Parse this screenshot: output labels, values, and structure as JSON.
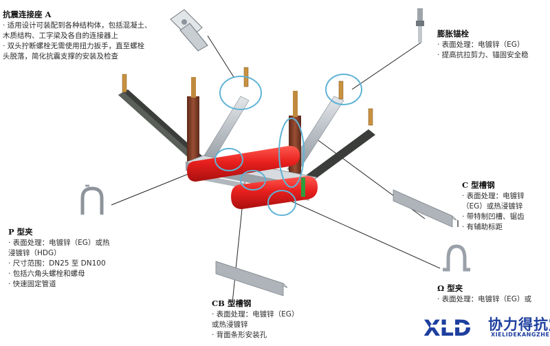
{
  "callouts": {
    "anchor_a": {
      "title": "抗震连接座 A",
      "lines": [
        "· 适用设计可装配到各种结构体，包括混凝土、",
        "木质结构、工字梁及各自的连接器上",
        "· 双头拧断螺栓无需使用扭力扳手，直至螺栓",
        "头脱落，简化抗震支撑的安装及检查"
      ]
    },
    "bolt": {
      "title": "膨胀锚栓",
      "lines": [
        "· 表面处理：电镀锌（EG）",
        "· 提高抗拉剪力、锚固安全稳"
      ]
    },
    "c_channel": {
      "title": "C 型槽钢",
      "lines": [
        "· 表面处理：电镀锌",
        "（EG）或热浸镀锌",
        "· 带特制凹槽、锯齿",
        "· 有辅助标距"
      ]
    },
    "p_clamp": {
      "title": "P 型夹",
      "lines": [
        "· 表面处理：电镀锌（EG）或热",
        "浸镀锌（HDG）",
        "· 尺寸范围：DN25 至 DN100",
        "· 包括六角头螺栓和螺母",
        "· 快速固定管道"
      ]
    },
    "cb_channel": {
      "title": "CB 型槽钢",
      "lines": [
        "· 表面处理：电镀锌（EG）",
        "或热浸镀锌",
        "· 背面条形安装孔"
      ]
    },
    "omega_clamp": {
      "title": "Ω 型夹",
      "lines": [
        "· 表面处理：电镀锌（EG）或"
      ]
    }
  },
  "logo": {
    "mark": "XLD",
    "cn": "协力得抗震",
    "en": "XIELIDEKANGZHEN"
  },
  "colors": {
    "pipe": "#e8201e",
    "steel": "#b9bec4",
    "rod": "#7a3b26",
    "dark_brace": "#3a3d3a",
    "highlight": "#5fb3d6",
    "brand": "#1d3f9e"
  }
}
